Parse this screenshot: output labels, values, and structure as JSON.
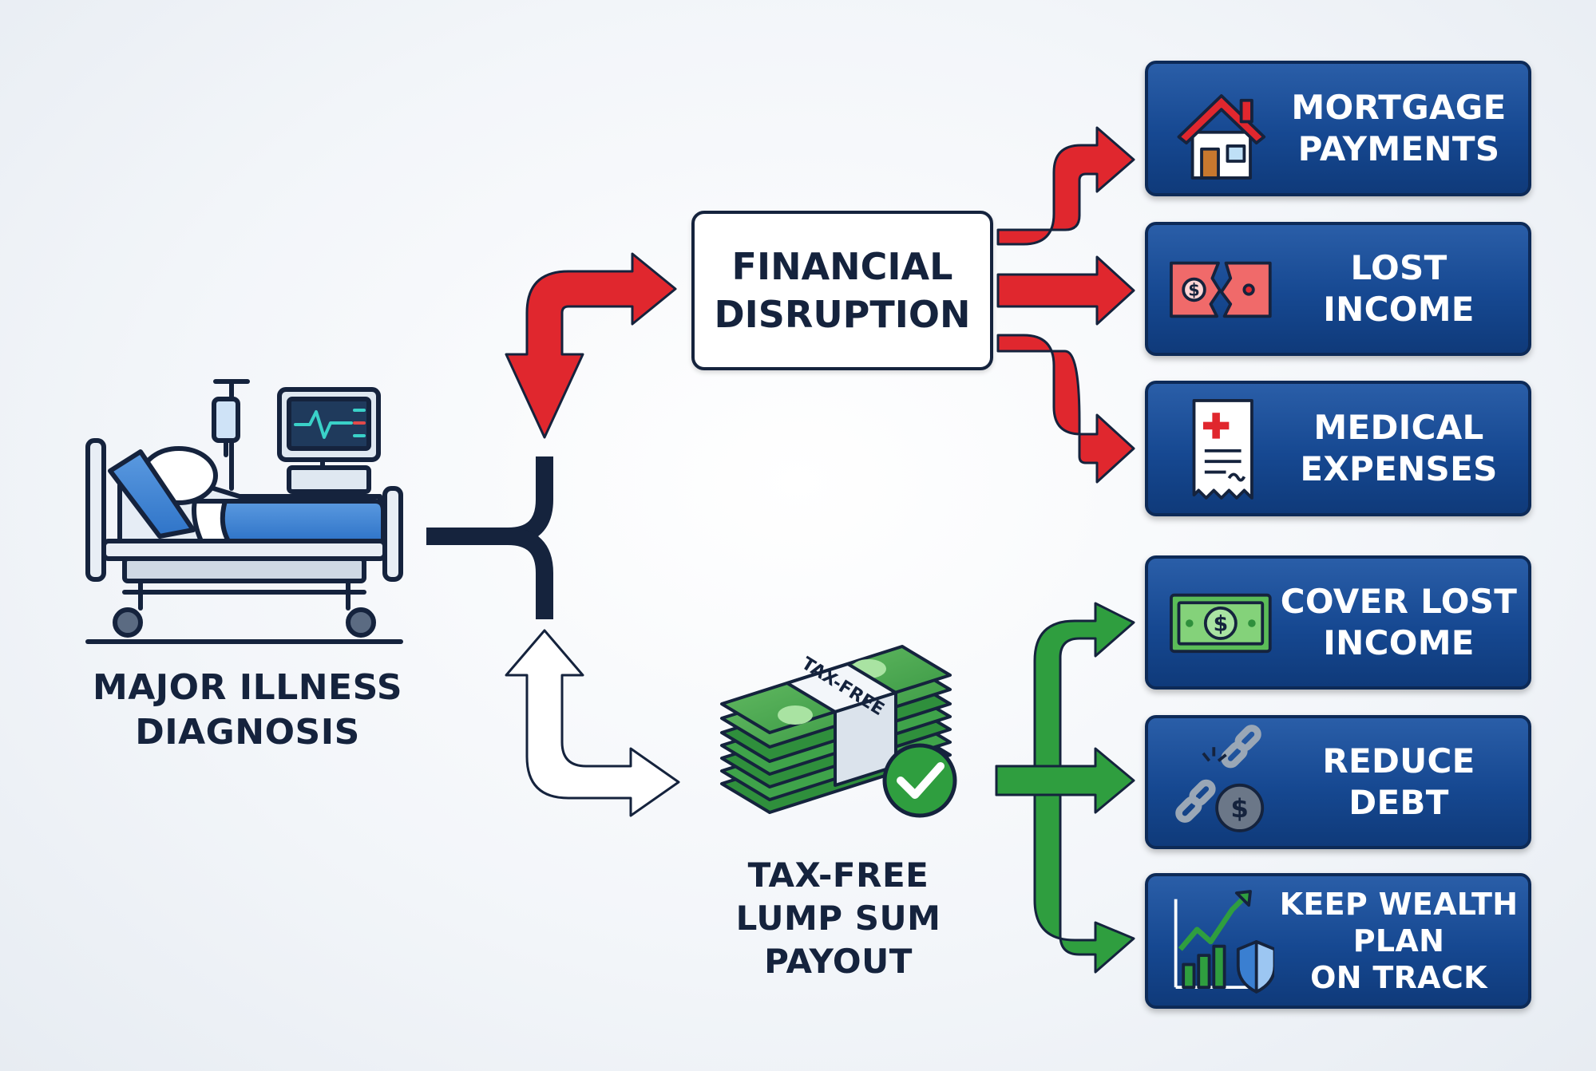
{
  "trigger": {
    "label_line1": "MAJOR ILLNESS",
    "label_line2": "DIAGNOSIS",
    "icon": "hospital-bed-icon"
  },
  "problem": {
    "label_line1": "FINANCIAL",
    "label_line2": "DISRUPTION",
    "outcomes": [
      {
        "label": "MORTGAGE\nPAYMENTS",
        "icon": "house-icon"
      },
      {
        "label": "LOST\nINCOME",
        "icon": "torn-bill-icon"
      },
      {
        "label": "MEDICAL\nEXPENSES",
        "icon": "medical-bill-icon"
      }
    ]
  },
  "solution": {
    "label_line1": "TAX-FREE",
    "label_line2": "LUMP SUM",
    "label_line3": "PAYOUT",
    "band_text": "TAX-FREE",
    "icon": "cash-stack-icon",
    "outcomes": [
      {
        "label": "COVER LOST\nINCOME",
        "icon": "dollar-bill-icon"
      },
      {
        "label": "REDUCE\nDEBT",
        "icon": "broken-chain-icon"
      },
      {
        "label": "KEEP WEALTH\nPLAN\nON TRACK",
        "icon": "growth-chart-shield-icon"
      }
    ]
  },
  "colors": {
    "dark": "#15233d",
    "problem_arrow": "#e0272e",
    "solution_arrow": "#2f9e3f",
    "card_blue": "#164891"
  }
}
